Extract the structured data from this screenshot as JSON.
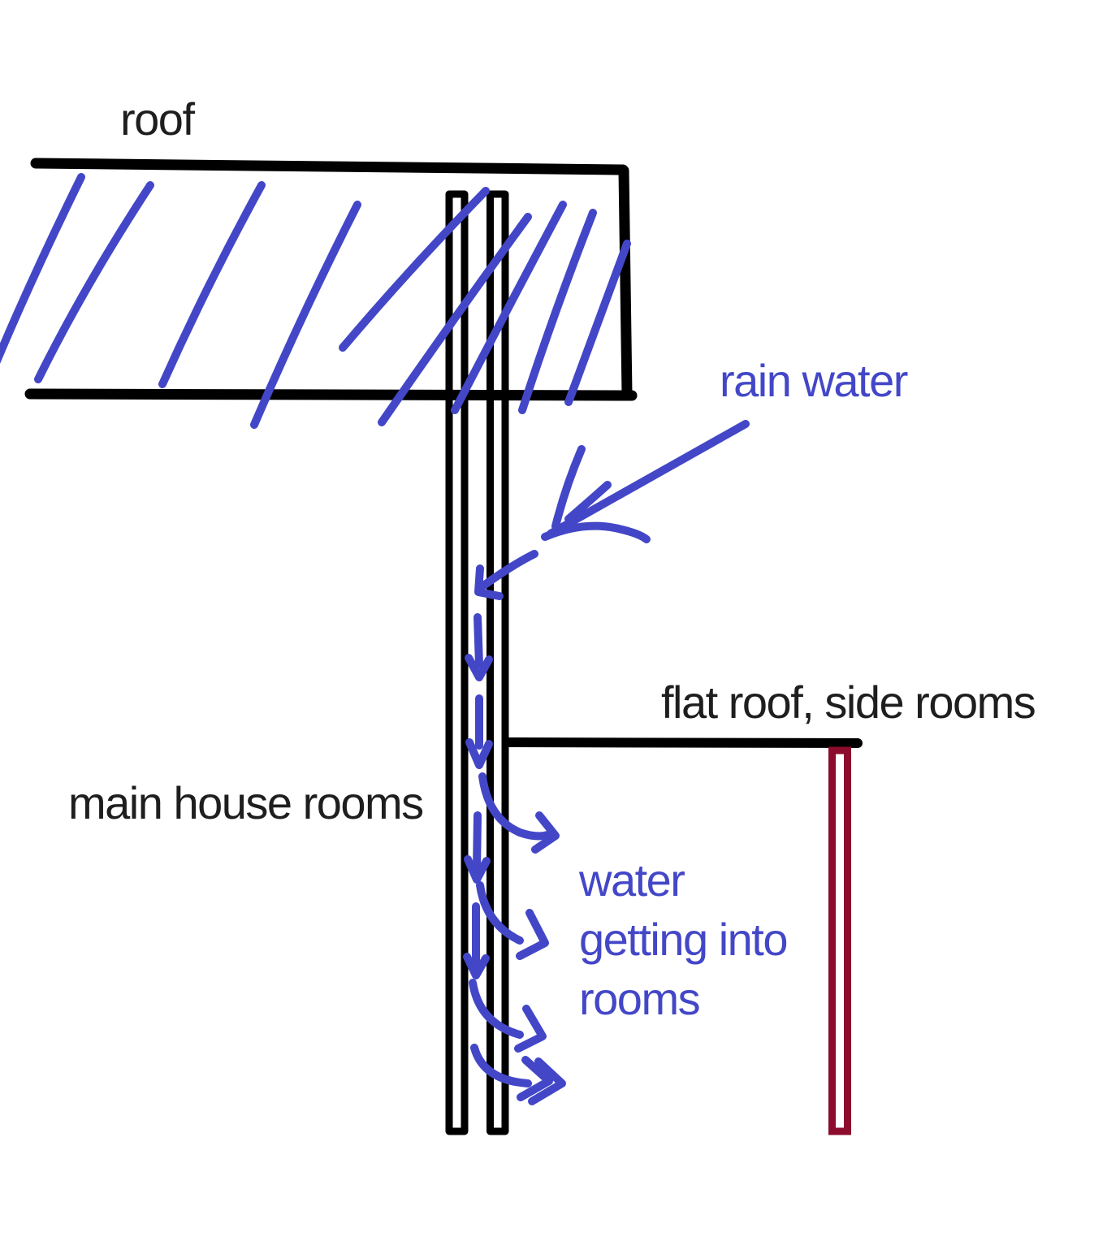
{
  "colors": {
    "background": "#ffffff",
    "ink": "#000000",
    "text_black": "#1e1e1e",
    "accent_blue": "#4347c7",
    "wall_red": "#8b0c2c"
  },
  "labels": {
    "roof": "roof",
    "rain_water": "rain water",
    "flat_roof": "flat roof, side rooms",
    "main_house": "main house rooms",
    "water_leak_lines": [
      "water",
      "getting into",
      "rooms"
    ]
  }
}
